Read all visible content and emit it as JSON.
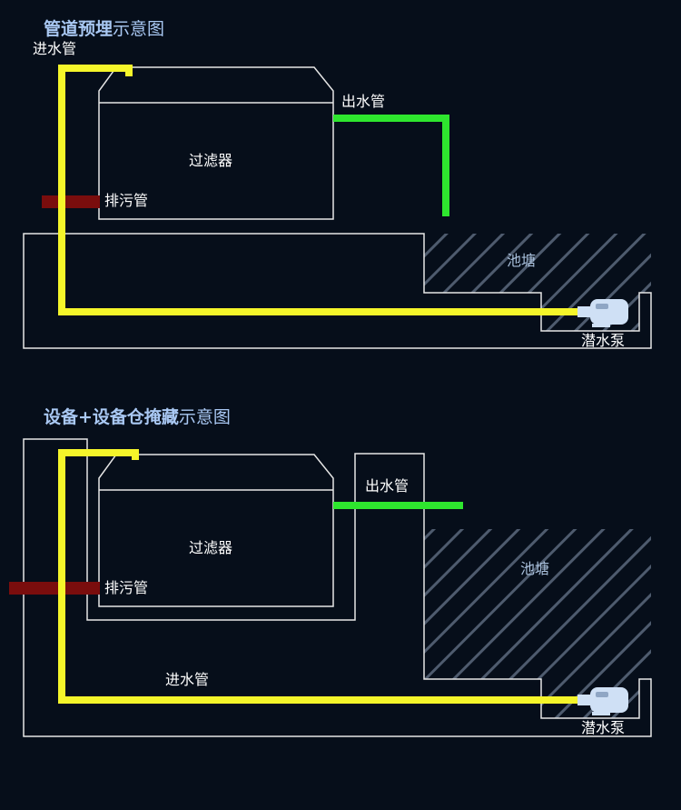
{
  "colors": {
    "background": "#060e1a",
    "outline": "#e6e6e6",
    "inlet_pipe": "#f5f52a",
    "outlet_pipe": "#2ee62e",
    "drain_pipe": "#7a0d0d",
    "pond_hatch": "#5f6d80",
    "pump": "#cfe0f5",
    "title": "#a9c8f3"
  },
  "diagram1": {
    "title_bold": "管道预埋",
    "title_rest": "示意图",
    "inlet_label": "进水管",
    "outlet_label": "出水管",
    "filter_label": "过滤器",
    "drain_label": "排污管",
    "pond_label": "池塘",
    "pump_label": "潜水泵"
  },
  "diagram2": {
    "title_bold": "设备+设备仓掩藏",
    "title_rest": "示意图",
    "inlet_label": "进水管",
    "outlet_label": "出水管",
    "filter_label": "过滤器",
    "drain_label": "排污管",
    "pond_label": "池塘",
    "pump_label": "潜水泵"
  }
}
